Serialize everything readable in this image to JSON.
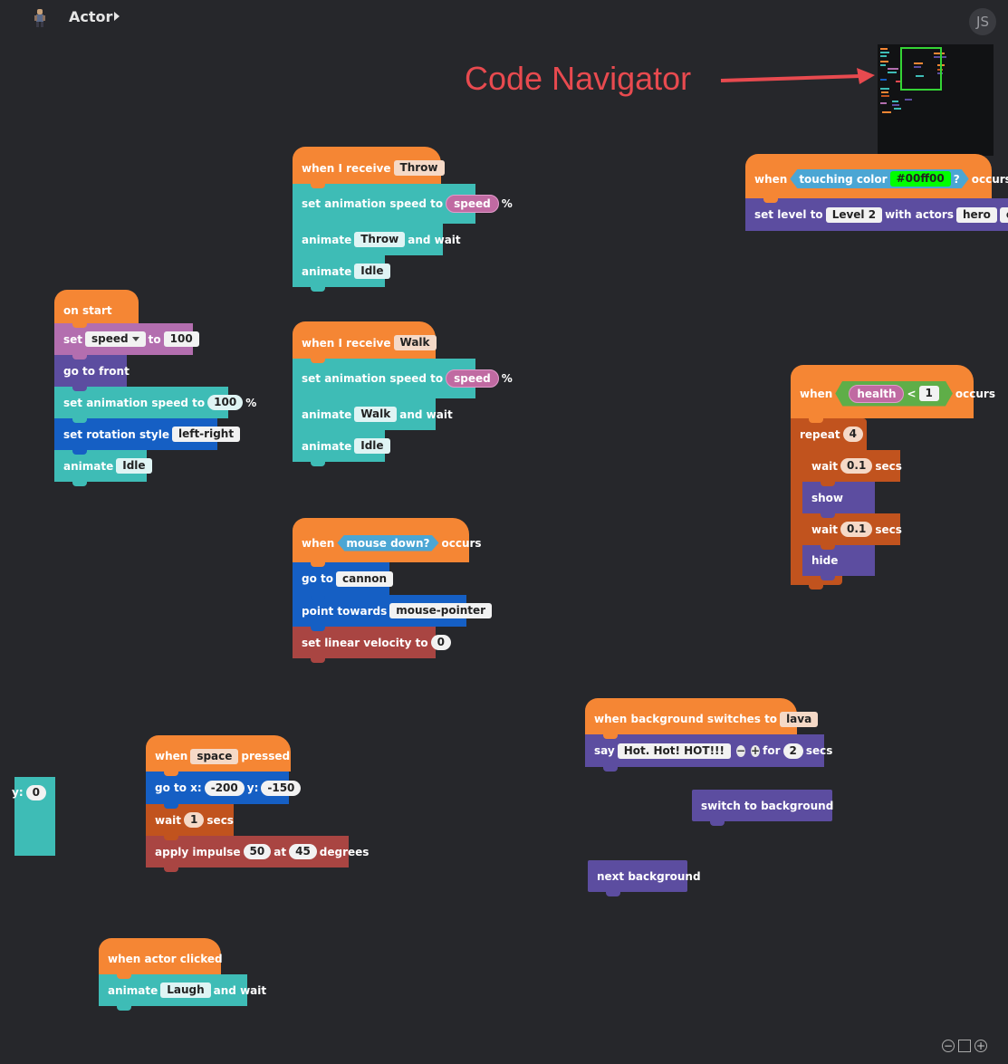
{
  "header": {
    "title": "Actor",
    "avatar": "JS"
  },
  "annotation": {
    "label": "Code Navigator"
  },
  "icons": {
    "actor": "actor-sprite-icon",
    "caret": "caret-right-icon",
    "zoom_out": "minus-icon",
    "reset": "square-icon",
    "zoom_in": "plus-icon"
  },
  "colors": {
    "events": "#f58634",
    "animation": "#3ebcb6",
    "looks": "#5c4da0",
    "variables": "#b36eaf",
    "motion": "#155fc4",
    "control": "#c1531e",
    "physics": "#a94542",
    "navigator_highlight": "#35d435",
    "annotation": "#e84a4f"
  },
  "scripts": {
    "on_start": {
      "hat": "on start",
      "set_label": "set",
      "set_var": "speed",
      "set_to": "to",
      "set_value": "100",
      "go_front": "go to front",
      "anim_speed_label": "set animation speed to",
      "anim_speed_value": "100",
      "anim_speed_unit": "%",
      "rot_label": "set rotation style",
      "rot_value": "left-right",
      "animate_label": "animate",
      "animate_value": "Idle"
    },
    "receive_throw": {
      "hat_label": "when I receive",
      "hat_value": "Throw",
      "speed_label": "set animation speed to",
      "speed_var": "speed",
      "speed_unit": "%",
      "anim1_label": "animate",
      "anim1_value": "Throw",
      "anim1_suffix": "and wait",
      "anim2_label": "animate",
      "anim2_value": "Idle"
    },
    "receive_walk": {
      "hat_label": "when I receive",
      "hat_value": "Walk",
      "speed_label": "set animation speed to",
      "speed_var": "speed",
      "speed_unit": "%",
      "anim1_label": "animate",
      "anim1_value": "Walk",
      "anim1_suffix": "and wait",
      "anim2_label": "animate",
      "anim2_value": "Idle"
    },
    "mouse_down": {
      "hat_when": "when",
      "hat_cond": "mouse down?",
      "hat_occurs": "occurs",
      "goto_label": "go to",
      "goto_value": "cannon",
      "point_label": "point towards",
      "point_value": "mouse-pointer",
      "vel_label": "set linear velocity to",
      "vel_value": "0"
    },
    "touching_color": {
      "hat_when": "when",
      "hat_cond": "touching color",
      "hat_color": "#00ff00",
      "hat_q": "?",
      "hat_occurs": "occurs",
      "level_label": "set level to",
      "level_value": "Level 2",
      "with_label": "with actors",
      "actor1": "hero",
      "actor2": "coin"
    },
    "health": {
      "hat_when": "when",
      "var": "health",
      "op": "<",
      "val": "1",
      "hat_occurs": "occurs",
      "repeat_label": "repeat",
      "repeat_value": "4",
      "wait1_label": "wait",
      "wait1_value": "0.1",
      "wait1_unit": "secs",
      "show": "show",
      "wait2_label": "wait",
      "wait2_value": "0.1",
      "wait2_unit": "secs",
      "hide": "hide"
    },
    "key_pressed": {
      "hat_when": "when",
      "hat_key": "space",
      "hat_pressed": "pressed",
      "goto_label": "go to x:",
      "goto_x": "-200",
      "goto_y_label": "y:",
      "goto_y": "-150",
      "wait_label": "wait",
      "wait_value": "1",
      "wait_unit": "secs",
      "impulse_label": "apply impulse",
      "impulse_value": "50",
      "impulse_at": "at",
      "impulse_angle": "45",
      "impulse_unit": "degrees"
    },
    "partial": {
      "y_label": "y:",
      "y_value": "0"
    },
    "actor_clicked": {
      "hat": "when actor clicked",
      "anim_label": "animate",
      "anim_value": "Laugh",
      "anim_suffix": "and wait"
    },
    "background": {
      "hat_label": "when background switches to",
      "hat_value": "lava",
      "say_label": "say",
      "say_value": "Hot. Hot! HOT!!!",
      "minus": "−",
      "plus": "+",
      "for_label": "for",
      "for_value": "2",
      "for_unit": "secs"
    },
    "switch_bg": {
      "label": "switch to background"
    },
    "next_bg": {
      "label": "next background"
    }
  }
}
